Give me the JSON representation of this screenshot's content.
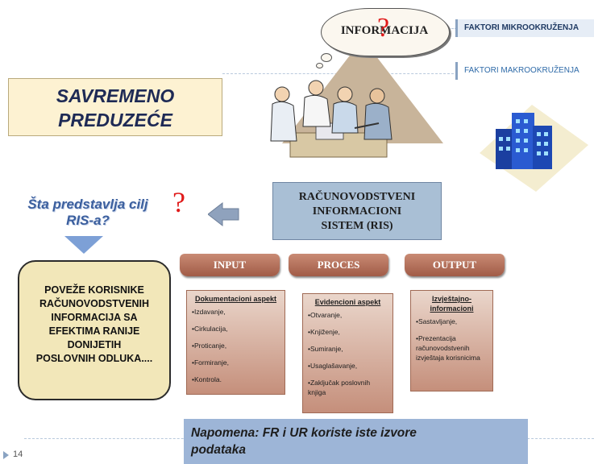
{
  "top": {
    "cloud_label": "INFORMACIJA",
    "question_mark": "?",
    "faktor_micro": "FAKTORI MIKROOKRUŽENJA",
    "faktor_macro": "FAKTORI MAKROOKRUŽENJA"
  },
  "company": {
    "line1": "SAVREMENO",
    "line2": "PREDUZEĆE"
  },
  "ris": {
    "line1": "RAČUNOVODSTVENI",
    "line2": "INFORMACIONI",
    "line3": "SISTEM (RIS)"
  },
  "goal_question": {
    "line1": "Šta predstavlja cilj",
    "line2": "RIS-a?",
    "mark": "?"
  },
  "goal_box": {
    "line1": "POVEŽE KORISNIKE",
    "line2": "RAČUNOVODSTVENIH",
    "line3": "INFORMACIJA SA",
    "line4": "EFEKTIMA RANIJE",
    "line5": "DONIJETIH",
    "line6": "POSLOVNIH ODLUKA...."
  },
  "tabs": [
    {
      "label": "INPUT"
    },
    {
      "label": "PROCES"
    },
    {
      "label": "OUTPUT"
    }
  ],
  "columns": {
    "input": {
      "header": "Dokumentacioni aspekt",
      "items": [
        "•Izdavanje,",
        "•Cirkulacija,",
        "•Proticanje,",
        "•Formiranje,",
        "•Kontrola."
      ]
    },
    "proces": {
      "header": "Evidencioni aspekt",
      "items": [
        "•Otvaranje,",
        "•Knjiženje,",
        "•Sumiranje,",
        "•Usaglašavanje,",
        "•Zaključak poslovnih knjiga"
      ]
    },
    "output": {
      "header": "Izvještajno-informacioni",
      "items": [
        "•Sastavljanje,",
        "•Prezentacija računovodstvenih izvještaja korisnicima"
      ]
    }
  },
  "note": {
    "line1": "Napomena: FR i UR koriste iste izvore",
    "line2": "podataka"
  },
  "page_number": "14",
  "colors": {
    "accent_blue": "#9db5d7",
    "tab_brown": "#a15b47",
    "question_red": "#e01a1a"
  }
}
